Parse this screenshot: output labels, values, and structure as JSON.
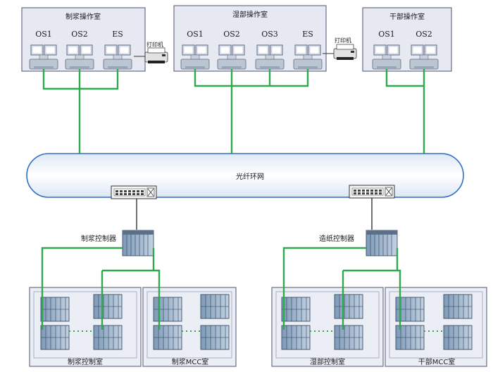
{
  "rooms": {
    "pulping": {
      "title": "制浆操作室",
      "stations": [
        "OS1",
        "OS2",
        "ES"
      ],
      "printer": "打印机"
    },
    "papermaking": {
      "title": "湿部操作室",
      "stations": [
        "OS1",
        "OS2",
        "OS3",
        "ES"
      ],
      "printer": "打印机"
    },
    "drying": {
      "title": "干部操作室",
      "stations": [
        "OS1",
        "OS2"
      ]
    }
  },
  "ring": {
    "label": "光纤环网"
  },
  "controllers": {
    "left": {
      "label": "制浆控制器"
    },
    "right": {
      "label": "造纸控制器"
    }
  },
  "bottom_rooms": {
    "left_control": {
      "label": "制浆控制室"
    },
    "left_mcc": {
      "label": "制浆MCC室"
    },
    "right_control": {
      "label": "湿部控制室"
    },
    "right_mcc": {
      "label": "干部MCC室"
    }
  },
  "colors": {
    "link": "#2fa84f",
    "room_fill": "#e6e8f2",
    "room_border": "#6b6f8a",
    "monitor": "#9aa7b8"
  }
}
